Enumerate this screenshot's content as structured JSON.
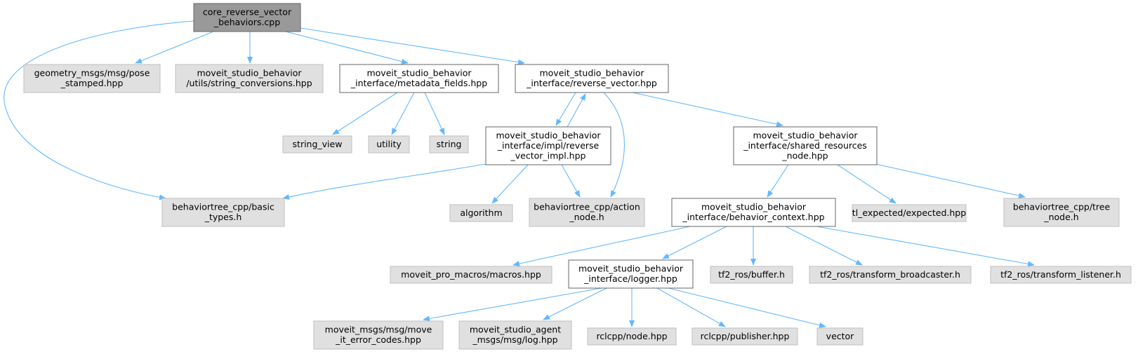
{
  "graph": {
    "colors": {
      "root_fill": "#999999",
      "root_stroke": "#666666",
      "documented_fill": "#ffffff",
      "documented_stroke": "#666666",
      "external_fill": "#e0e0e0",
      "external_stroke": "#bfbfbf",
      "edge": "#63b8ff"
    },
    "nodes": [
      {
        "id": "root",
        "kind": "root",
        "lines": [
          "core_reverse_vector",
          "_behaviors.cpp"
        ]
      },
      {
        "id": "pose",
        "kind": "external",
        "lines": [
          "geometry_msgs/msg/pose",
          "_stamped.hpp"
        ]
      },
      {
        "id": "strconv",
        "kind": "external",
        "lines": [
          "moveit_studio_behavior",
          "/utils/string_conversions.hpp"
        ]
      },
      {
        "id": "metadata",
        "kind": "documented",
        "lines": [
          "moveit_studio_behavior",
          "_interface/metadata_fields.hpp"
        ]
      },
      {
        "id": "reverse",
        "kind": "documented",
        "lines": [
          "moveit_studio_behavior",
          "_interface/reverse_vector.hpp"
        ]
      },
      {
        "id": "string_view",
        "kind": "external",
        "lines": [
          "string_view"
        ]
      },
      {
        "id": "utility",
        "kind": "external",
        "lines": [
          "utility"
        ]
      },
      {
        "id": "string",
        "kind": "external",
        "lines": [
          "string"
        ]
      },
      {
        "id": "impl",
        "kind": "documented",
        "lines": [
          "moveit_studio_behavior",
          "_interface/impl/reverse",
          "_vector_impl.hpp"
        ]
      },
      {
        "id": "shared",
        "kind": "documented",
        "lines": [
          "moveit_studio_behavior",
          "_interface/shared_resources",
          "_node.hpp"
        ]
      },
      {
        "id": "basic_types",
        "kind": "external",
        "lines": [
          "behaviortree_cpp/basic",
          "_types.h"
        ]
      },
      {
        "id": "algorithm",
        "kind": "external",
        "lines": [
          "algorithm"
        ]
      },
      {
        "id": "action_node",
        "kind": "external",
        "lines": [
          "behaviortree_cpp/action",
          "_node.h"
        ]
      },
      {
        "id": "context",
        "kind": "documented",
        "lines": [
          "moveit_studio_behavior",
          "_interface/behavior_context.hpp"
        ]
      },
      {
        "id": "expected",
        "kind": "external",
        "lines": [
          "tl_expected/expected.hpp"
        ]
      },
      {
        "id": "tree_node",
        "kind": "external",
        "lines": [
          "behaviortree_cpp/tree",
          "_node.h"
        ]
      },
      {
        "id": "macros",
        "kind": "external",
        "lines": [
          "moveit_pro_macros/macros.hpp"
        ]
      },
      {
        "id": "logger",
        "kind": "documented",
        "lines": [
          "moveit_studio_behavior",
          "_interface/logger.hpp"
        ]
      },
      {
        "id": "buffer",
        "kind": "external",
        "lines": [
          "tf2_ros/buffer.h"
        ]
      },
      {
        "id": "broadcaster",
        "kind": "external",
        "lines": [
          "tf2_ros/transform_broadcaster.h"
        ]
      },
      {
        "id": "listener",
        "kind": "external",
        "lines": [
          "tf2_ros/transform_listener.h"
        ]
      },
      {
        "id": "move_error",
        "kind": "external",
        "lines": [
          "moveit_msgs/msg/move",
          "_it_error_codes.hpp"
        ]
      },
      {
        "id": "agent_log",
        "kind": "external",
        "lines": [
          "moveit_studio_agent",
          "_msgs/msg/log.hpp"
        ]
      },
      {
        "id": "rcl_node",
        "kind": "external",
        "lines": [
          "rclcpp/node.hpp"
        ]
      },
      {
        "id": "publisher",
        "kind": "external",
        "lines": [
          "rclcpp/publisher.hpp"
        ]
      },
      {
        "id": "vector",
        "kind": "external",
        "lines": [
          "vector"
        ]
      }
    ],
    "edges": [
      {
        "from": "root",
        "to": "pose"
      },
      {
        "from": "root",
        "to": "strconv"
      },
      {
        "from": "root",
        "to": "metadata"
      },
      {
        "from": "root",
        "to": "reverse"
      },
      {
        "from": "root",
        "to": "basic_types"
      },
      {
        "from": "metadata",
        "to": "string_view"
      },
      {
        "from": "metadata",
        "to": "utility"
      },
      {
        "from": "metadata",
        "to": "string"
      },
      {
        "from": "reverse",
        "to": "impl"
      },
      {
        "from": "reverse",
        "to": "action_node"
      },
      {
        "from": "reverse",
        "to": "shared"
      },
      {
        "from": "impl",
        "to": "reverse"
      },
      {
        "from": "impl",
        "to": "basic_types"
      },
      {
        "from": "impl",
        "to": "algorithm"
      },
      {
        "from": "impl",
        "to": "action_node"
      },
      {
        "from": "shared",
        "to": "context"
      },
      {
        "from": "shared",
        "to": "expected"
      },
      {
        "from": "shared",
        "to": "tree_node"
      },
      {
        "from": "context",
        "to": "macros"
      },
      {
        "from": "context",
        "to": "logger"
      },
      {
        "from": "context",
        "to": "buffer"
      },
      {
        "from": "context",
        "to": "broadcaster"
      },
      {
        "from": "context",
        "to": "listener"
      },
      {
        "from": "logger",
        "to": "move_error"
      },
      {
        "from": "logger",
        "to": "agent_log"
      },
      {
        "from": "logger",
        "to": "rcl_node"
      },
      {
        "from": "logger",
        "to": "publisher"
      },
      {
        "from": "logger",
        "to": "vector"
      }
    ]
  }
}
